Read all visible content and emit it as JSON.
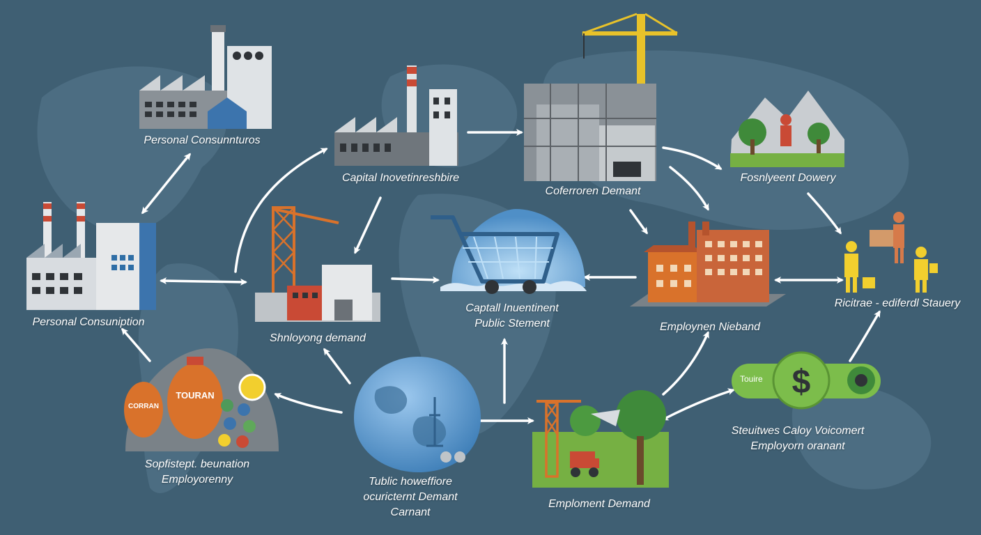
{
  "colors": {
    "background": "#3f5f73",
    "continent": "#4f7085",
    "arrow": "#ffffff",
    "factory_gray": "#8a9197",
    "factory_dark": "#4d5257",
    "brick": "#c9653a",
    "crane_orange": "#d9722b",
    "crane_yellow": "#e8c22a",
    "cart_blue": "#5c93c8",
    "cloud": "#d6e7f5",
    "globe": "#6aa5d8",
    "grass": "#76b043",
    "tree": "#3f8a3a",
    "money_green": "#7cbd4b",
    "figure_yellow": "#f2cf2e",
    "figure_orange": "#d67a4a"
  },
  "labels": {
    "personal_consumptions": "Personal Consunnturos",
    "capital_investment": "Capital Inovetinreshbire",
    "coferroren_demand": "Coferroren Demant",
    "fosnlyent_dowery": "Fosnlyeent Dowery",
    "personal_consumption": "Personal Consuniption",
    "shnloyong_demand": "Shnloyong demand",
    "capital_public": [
      "Captall Inuentinent",
      "Public Stement"
    ],
    "employnen_demand": "Employnen Nieband",
    "ricitrae": "Ricitrae - ediferdl Stauery",
    "sophistept": [
      "Sopfistept. beunation",
      "Employorenny"
    ],
    "tublic": [
      "Tublic howeffiore",
      "ocuricternt Demant",
      "Carnant"
    ],
    "employment_demand": "Emploment Demand",
    "steuitwes": [
      "Steuitwes Caloy Voicomert",
      "Employorn oranant"
    ]
  },
  "signs": {
    "tourism_left": "CORRAN",
    "tourism_right": "TOURAN",
    "money_bar": "Touire",
    "currency": "$"
  },
  "icons": {
    "map": "world-map-background",
    "arrows": "bidirectional-flow-arrows"
  }
}
